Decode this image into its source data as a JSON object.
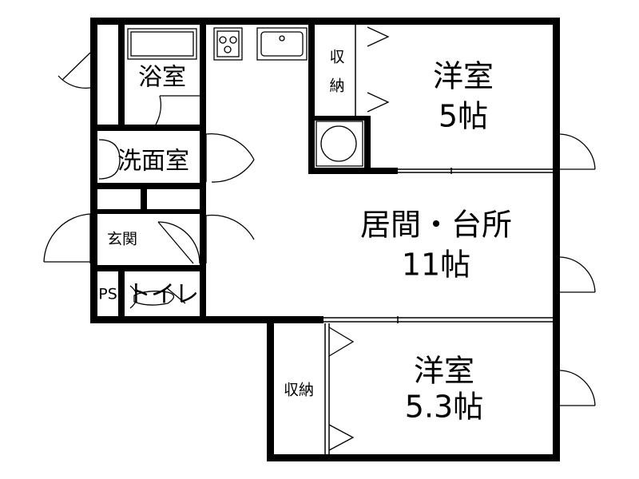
{
  "rooms": {
    "bath": "浴室",
    "washroom": "洗面室",
    "entrance": "玄関",
    "ps": "PS",
    "toilet": "トイレ",
    "storage_top": "収納",
    "western_room_1": {
      "name": "洋室",
      "size": "5帖"
    },
    "living_kitchen": {
      "name": "居間・台所",
      "size": "11帖"
    },
    "storage_bottom": "収納",
    "western_room_2": {
      "name": "洋室",
      "size": "5.3帖"
    }
  },
  "colors": {
    "wall": "#000000",
    "background": "#ffffff"
  }
}
